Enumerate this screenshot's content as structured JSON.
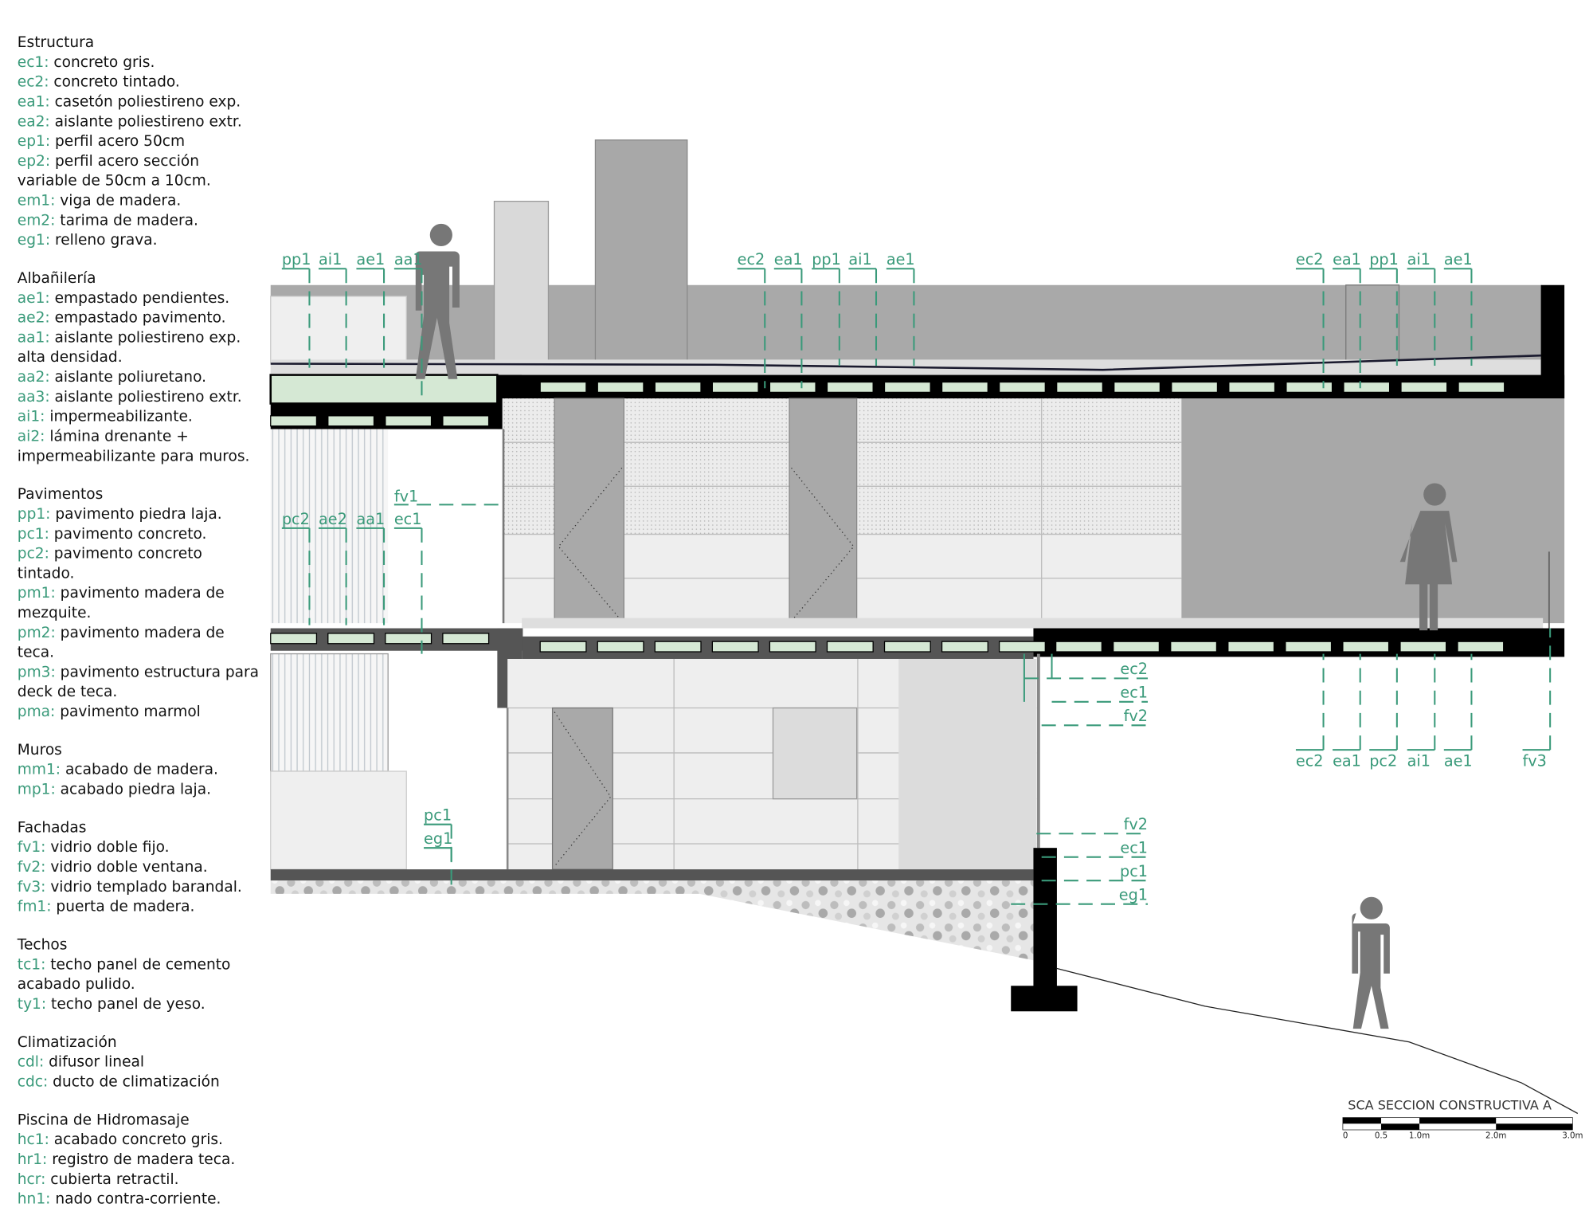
{
  "legend": [
    {
      "title": "Estructura",
      "items": [
        {
          "code": "ec1",
          "desc": "concreto gris."
        },
        {
          "code": "ec2",
          "desc": "concreto tintado."
        },
        {
          "code": "ea1",
          "desc": "casetón poliestireno exp."
        },
        {
          "code": "ea2",
          "desc": "aislante poliestireno extr."
        },
        {
          "code": "ep1",
          "desc": "perfil acero 50cm"
        },
        {
          "code": "ep2",
          "desc": "perfil acero sección"
        },
        {
          "code": "",
          "desc": "variable de 50cm a 10cm."
        },
        {
          "code": "em1",
          "desc": "viga de madera."
        },
        {
          "code": "em2",
          "desc": "tarima de madera."
        },
        {
          "code": "eg1",
          "desc": "relleno grava."
        }
      ]
    },
    {
      "title": "Albañilería",
      "items": [
        {
          "code": "ae1",
          "desc": "empastado pendientes."
        },
        {
          "code": "ae2",
          "desc": "empastado pavimento."
        },
        {
          "code": "aa1",
          "desc": "aislante poliestireno exp."
        },
        {
          "code": "",
          "desc": "alta densidad."
        },
        {
          "code": "aa2",
          "desc": "aislante poliuretano."
        },
        {
          "code": "aa3",
          "desc": "aislante poliestireno extr."
        },
        {
          "code": "ai1",
          "desc": "impermeabilizante."
        },
        {
          "code": "ai2",
          "desc": "lámina drenante +"
        },
        {
          "code": "",
          "desc": "impermeabilizante para muros."
        }
      ]
    },
    {
      "title": "Pavimentos",
      "items": [
        {
          "code": "pp1",
          "desc": "pavimento piedra laja."
        },
        {
          "code": "pc1",
          "desc": "pavimento concreto."
        },
        {
          "code": "pc2",
          "desc": "pavimento concreto"
        },
        {
          "code": "",
          "desc": "tintado."
        },
        {
          "code": "pm1",
          "desc": "pavimento madera de"
        },
        {
          "code": "",
          "desc": "mezquite."
        },
        {
          "code": "pm2",
          "desc": "pavimento madera de"
        },
        {
          "code": "",
          "desc": "teca."
        },
        {
          "code": "pm3",
          "desc": "pavimento estructura para"
        },
        {
          "code": "",
          "desc": "deck de teca."
        },
        {
          "code": "pma",
          "desc": "pavimento marmol"
        }
      ]
    },
    {
      "title": "Muros",
      "items": [
        {
          "code": "mm1",
          "desc": "acabado de madera."
        },
        {
          "code": "mp1",
          "desc": "acabado piedra laja."
        }
      ]
    },
    {
      "title": "Fachadas",
      "items": [
        {
          "code": "fv1",
          "desc": "vidrio doble fijo."
        },
        {
          "code": "fv2",
          "desc": "vidrio doble ventana."
        },
        {
          "code": "fv3",
          "desc": "vidrio templado barandal."
        },
        {
          "code": "fm1",
          "desc": "puerta de madera."
        }
      ]
    },
    {
      "title": "Techos",
      "items": [
        {
          "code": "tc1",
          "desc": "techo panel de cemento"
        },
        {
          "code": "",
          "desc": "acabado pulido."
        },
        {
          "code": "ty1",
          "desc": "techo panel de yeso."
        }
      ]
    },
    {
      "title": "Climatización",
      "items": [
        {
          "code": "cdl",
          "desc": "difusor lineal"
        },
        {
          "code": "cdc",
          "desc": "ducto de climatización"
        }
      ]
    },
    {
      "title": "Piscina de Hidromasaje",
      "items": [
        {
          "code": "hc1",
          "desc": "acabado concreto gris."
        },
        {
          "code": "hr1",
          "desc": "registro de madera teca."
        },
        {
          "code": "hcr",
          "desc": "cubierta retractil."
        },
        {
          "code": "hn1",
          "desc": "nado contra-corriente."
        }
      ]
    }
  ],
  "drawing": {
    "labels_roof_left": [
      "pp1",
      "ai1",
      "ae1",
      "aa1"
    ],
    "labels_roof_mid": [
      "ec2",
      "ea1",
      "pp1",
      "ai1",
      "ae1"
    ],
    "labels_roof_right": [
      "ec2",
      "ea1",
      "pp1",
      "ai1",
      "ae1"
    ],
    "label_facade_upper": "fv1",
    "labels_floor_left": [
      "pc2",
      "ae2",
      "aa1",
      "ec1"
    ],
    "labels_edge_mid": [
      "ec2",
      "ec1",
      "fv2"
    ],
    "labels_terrace_below": [
      "ec2",
      "ea1",
      "pc2",
      "ai1",
      "ae1",
      "fv3"
    ],
    "labels_edge_low": [
      "fv2",
      "ec1",
      "pc1",
      "eg1"
    ],
    "labels_ground_left": [
      "pc1",
      "eg1"
    ]
  },
  "title_block": {
    "title": "SCA SECCION CONSTRUCTIVA A",
    "scale_ticks": [
      "0",
      "0.5",
      "1.0m",
      "2.0m",
      "3.0m"
    ]
  },
  "colors": {
    "label": "#3a9a7a",
    "insulation": "#d5e8d4",
    "concrete": "#000000"
  }
}
